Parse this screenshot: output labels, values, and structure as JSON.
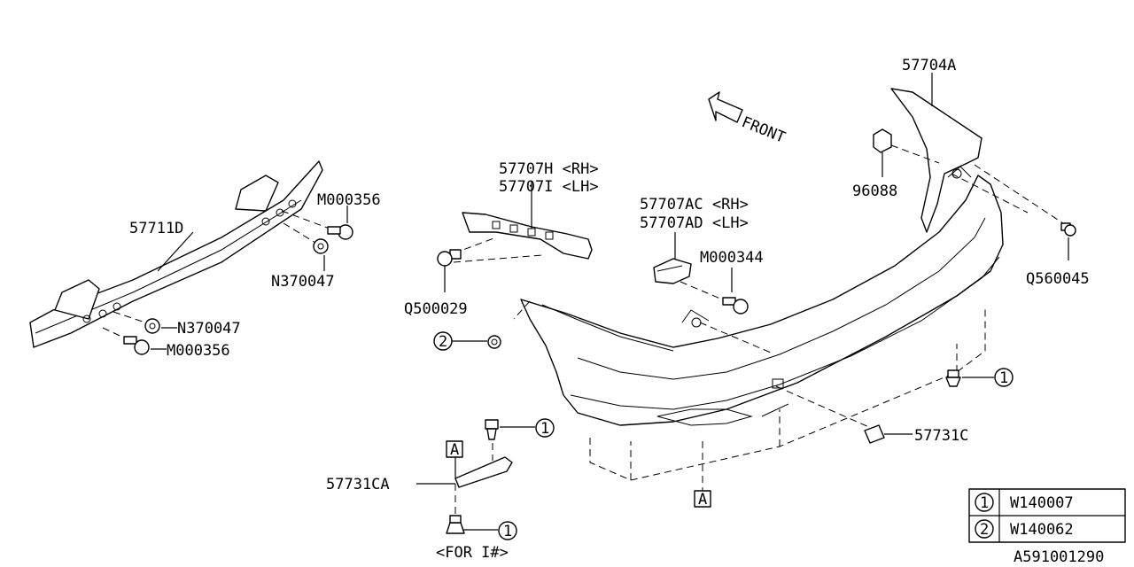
{
  "direction_label": "FRONT",
  "parts": {
    "p57704A": "57704A",
    "p96088": "96088",
    "p57711D": "57711D",
    "pM000356_top": "M000356",
    "pN370047_top": "N370047",
    "pN370047_bottom": "N370047",
    "pM000356_bottom": "M000356",
    "p57707H": "57707H <RH>",
    "p57707I": "57707I <LH>",
    "pQ500029": "Q500029",
    "p57707AC": "57707AC <RH>",
    "p57707AD": "57707AD <LH>",
    "pM000344": "M000344",
    "pQ560045": "Q560045",
    "p57731C": "57731C",
    "p57731CA": "57731CA",
    "for_note": "<FOR I#>"
  },
  "callouts": {
    "one": "1",
    "two": "2",
    "ref_a": "A"
  },
  "legend": [
    {
      "key": "1",
      "part": "W140007"
    },
    {
      "key": "2",
      "part": "W140062"
    }
  ],
  "diagram_id": "A591001290"
}
